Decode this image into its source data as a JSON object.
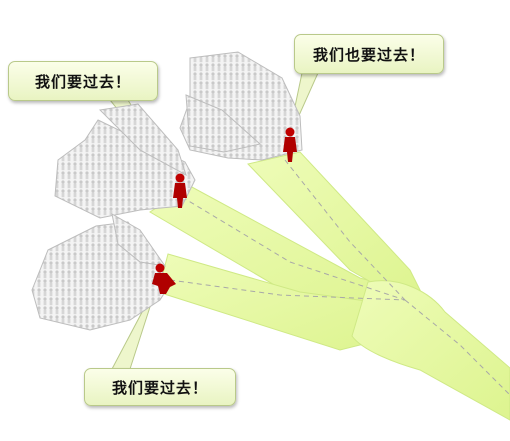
{
  "callouts": {
    "top_left": "我们要过去！",
    "top_right": "我们也要过去！",
    "bottom": "我们要过去！"
  },
  "colors": {
    "road": "#e4f8a0",
    "road_edge": "#c9e779",
    "crowd": "#e7e7e7",
    "leader": "#c00000"
  },
  "icons": {
    "crowd": "person-crowd-icon",
    "leader": "person-red-icon"
  }
}
